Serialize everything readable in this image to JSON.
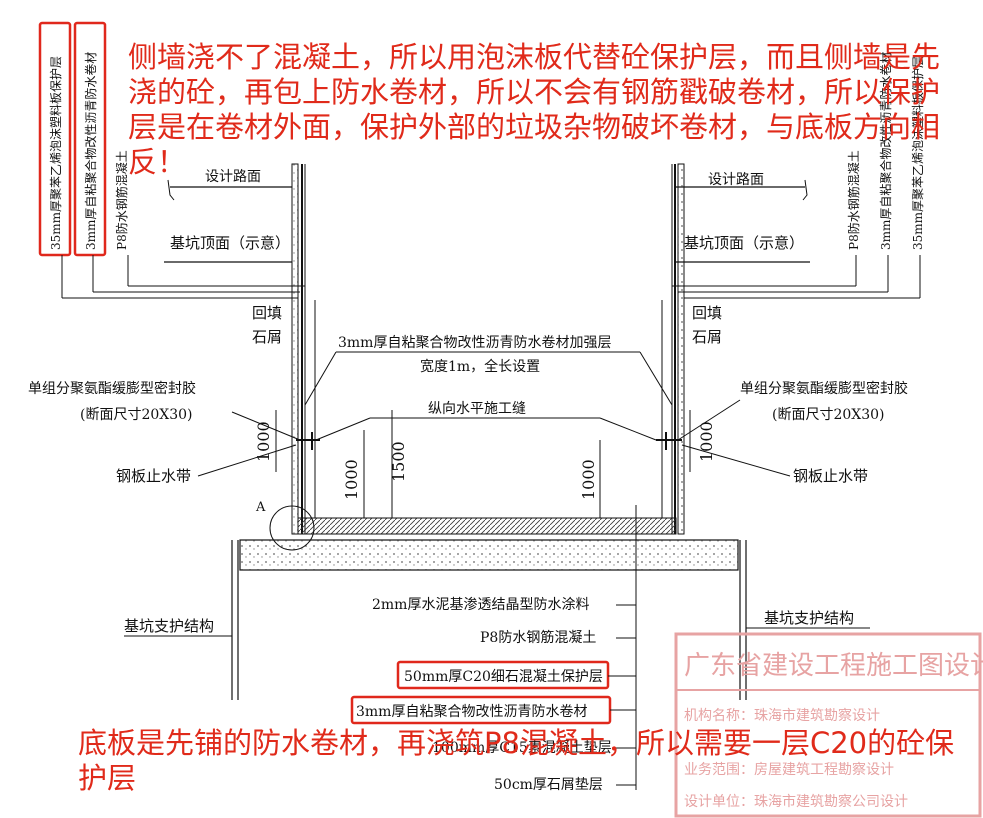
{
  "labels": {
    "left_layer_1": "35mm厚聚苯乙烯泡沫塑料板保护层",
    "left_layer_2": "3mm厚自粘聚合物改性沥青防水卷材",
    "left_layer_3": "P8防水钢筋混凝土",
    "right_layer_1": "P8防水钢筋混凝土",
    "right_layer_2": "3mm厚自粘聚合物改性沥青防水卷材",
    "right_layer_3": "35mm厚聚苯乙烯泡沫塑料板保护层",
    "design_road_left": "设计路面",
    "design_road_right": "设计路面",
    "pit_top_left": "基坑顶面（示意）",
    "pit_top_right": "基坑顶面（示意）",
    "backfill_left_1": "回填",
    "backfill_left_2": "石屑",
    "backfill_right_1": "回填",
    "backfill_right_2": "石屑",
    "reinforce_1": "3mm厚自粘聚合物改性沥青防水卷材加强层",
    "reinforce_2": "宽度1m，全长设置",
    "sealant_left_1": "单组分聚氨酯缓膨型密封胶",
    "sealant_left_2": "(断面尺寸20X30)",
    "sealant_right_1": "单组分聚氨酯缓膨型密封胶",
    "sealant_right_2": "(断面尺寸20X30)",
    "joint": "纵向水平施工缝",
    "dim_1000_a": "1000",
    "dim_1000_b": "1000",
    "dim_1500": "1500",
    "dim_1000_c": "1000",
    "dim_1000_d": "1000",
    "waterstop_left": "钢板止水带",
    "waterstop_right": "钢板止水带",
    "detail_a": "A",
    "support_left": "基坑支护结构",
    "support_right": "基坑支护结构",
    "floor_1": "2mm厚水泥基渗透结晶型防水涂料",
    "floor_2": "P8防水钢筋混凝土",
    "floor_3": "50mm厚C20细石混凝土保护层",
    "floor_4": "3mm厚自粘聚合物改性沥青防水卷材",
    "floor_5": "100mm厚C15素混凝土垫层",
    "floor_6": "50cm厚石屑垫层"
  },
  "stamp": {
    "line_1": "广东省建设工程施工图设计文件",
    "line_2": "机构名称：珠海市建筑勘察设计",
    "line_3": "业务范围：房屋建筑工程勘察设计",
    "line_4": "设计单位：珠海市建筑勘察公司设计"
  },
  "annotations": {
    "top_note": "侧墙浇不了混凝土，所以用泡沫板代替砼保护层，而且侧墙是先浇的砼，再包上防水卷材，所以不会有钢筋戳破卷材，所以保护层是在卷材外面，保护外部的垃圾杂物破坏卷材，与底板方向相反！",
    "bottom_note": "底板是先铺的防水卷材，再浇筑P8混凝土，所以需要一层C20的砼保护层"
  },
  "colors": {
    "annotation_red": "#e02a1a",
    "highlight_box_red": "#e0281c",
    "stamp_pink": "#e7a3a3",
    "drawing_black": "#111111"
  }
}
